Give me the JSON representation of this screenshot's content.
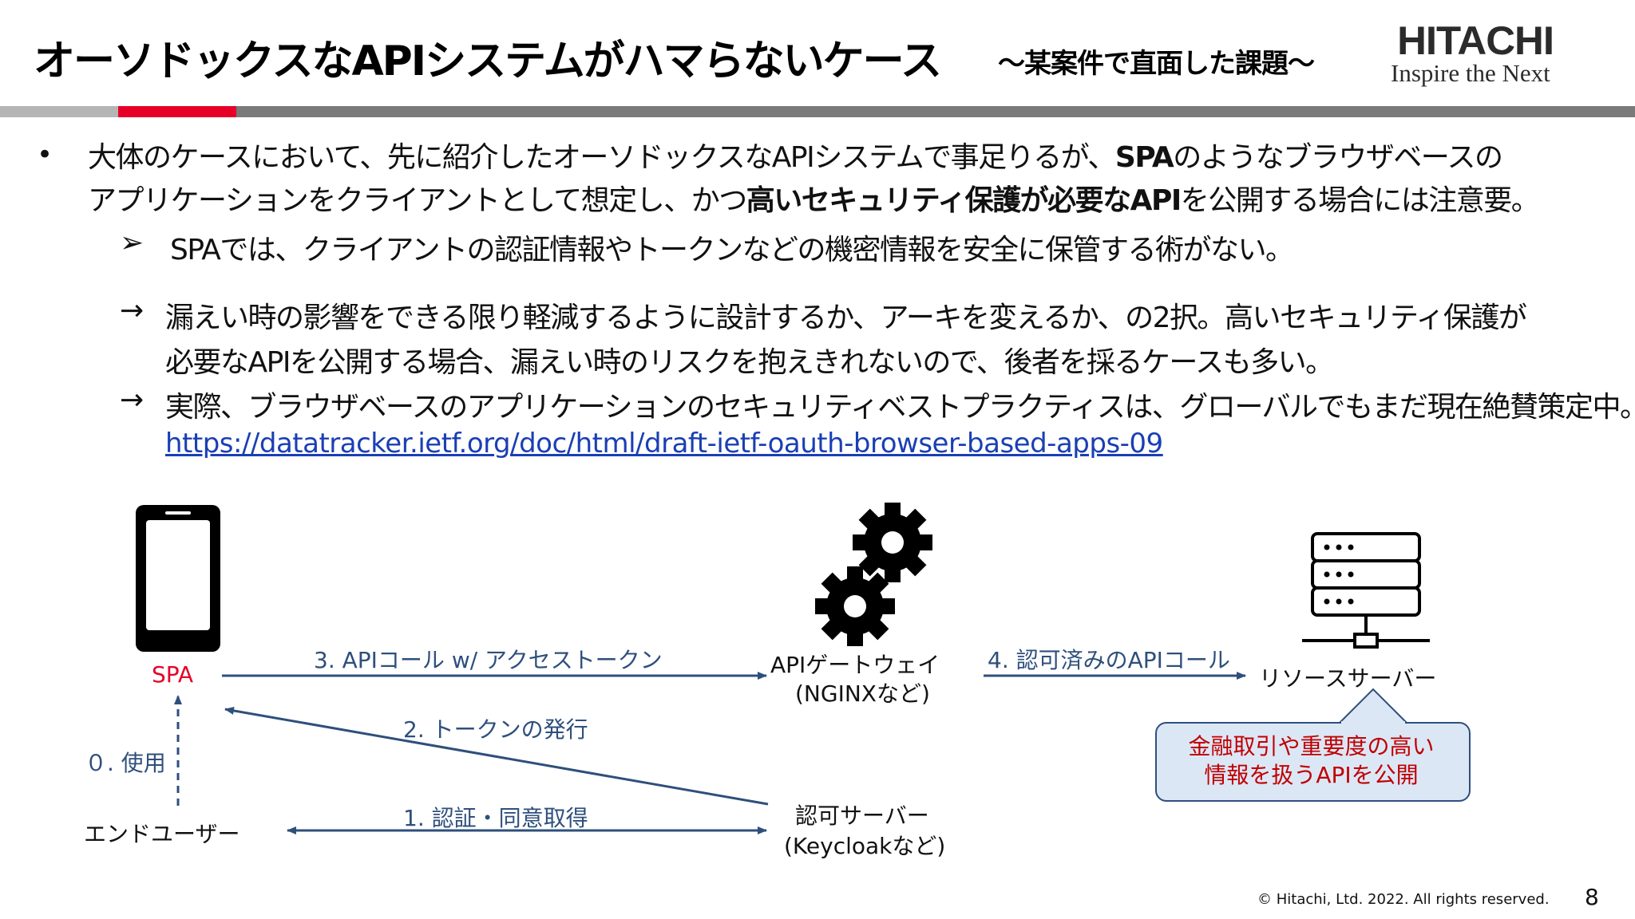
{
  "header": {
    "title": "オーソドックスなAPIシステムがハマらないケース",
    "subtitle": "～某案件で直面した課題～",
    "logo_main": "HITACHI",
    "logo_tagline": "Inspire the Next"
  },
  "body": {
    "bullet_symbol": "•",
    "p1_line1_a": "大体のケースにおいて、先に紹介したオーソドックスなAPIシステムで事足りるが、",
    "p1_line1_b": "SPA",
    "p1_line1_c": "のようなブラウザベースの",
    "p1_line2_a": "アプリケーションをクライアントとして想定し、かつ",
    "p1_line2_b": "高いセキュリティ保護が必要なAPI",
    "p1_line2_c": "を公開する場合には注意要。",
    "sub_marker": "➢",
    "sub_text": "SPAでは、クライアントの認証情報やトークンなどの機密情報を安全に保管する術がない。",
    "arrow_marker": "→",
    "arrow1_line1": "漏えい時の影響をできる限り軽減するように設計するか、アーキを変えるか、の2択。高いセキュリティ保護が",
    "arrow1_line2": "必要なAPIを公開する場合、漏えい時のリスクを抱えきれないので、後者を採るケースも多い。",
    "arrow2_line1": "実際、ブラウザベースのアプリケーションのセキュリティベストプラクティスは、グローバルでもまだ現在絶賛策定中。",
    "link": "https://datatracker.ietf.org/doc/html/draft-ietf-oauth-browser-based-apps-09"
  },
  "diagram": {
    "spa_label": "SPA",
    "end_user_label": "エンドユーザー",
    "use_label": "０. 使用",
    "arrow3_label": "3. APIコール w/ アクセストークン",
    "arrow2_label": "2. トークンの発行",
    "arrow1_label": "1. 認証・同意取得",
    "arrow4_label": "4. 認可済みのAPIコール",
    "gateway_line1": "APIゲートウェイ",
    "gateway_line2": "(NGINXなど)",
    "auth_line1": "認可サーバー",
    "auth_line2": "(Keycloakなど)",
    "resource_label": "リソースサーバー",
    "callout_line1": "金融取引や重要度の高い",
    "callout_line2": "情報を扱うAPIを公開",
    "icons": [
      "smartphone-icon",
      "gears-icon",
      "server-rack-icon"
    ],
    "colors": {
      "spa": "#e60027",
      "arrow": "#2e4f7c",
      "callout_bg": "#dce7f6",
      "callout_text": "#c00000"
    }
  },
  "footer": {
    "copyright": "© Hitachi, Ltd. 2022. All rights reserved.",
    "page_number": "8"
  }
}
